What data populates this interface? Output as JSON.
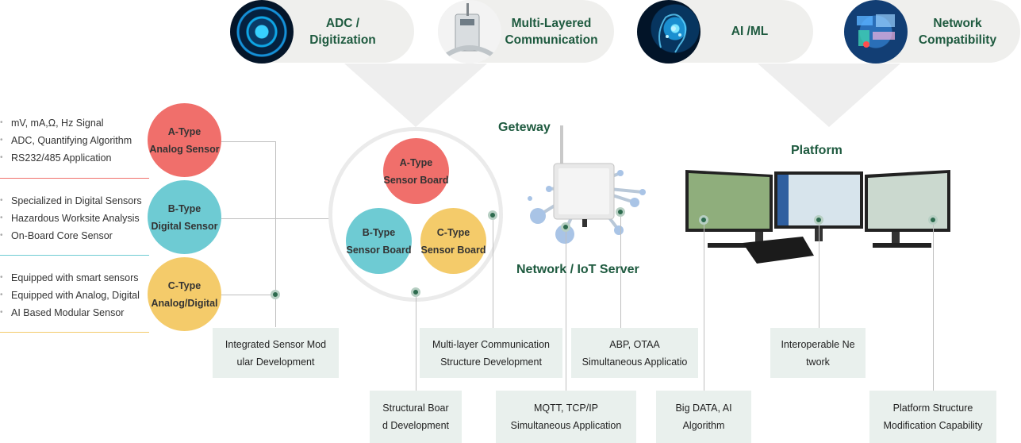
{
  "top_features": [
    {
      "label": "ADC /\nDigitization",
      "icon": "chip-circuit-icon"
    },
    {
      "label": "Multi-Layered\nCommunication",
      "icon": "antenna-device-icon"
    },
    {
      "label": "AI /ML",
      "icon": "ai-brain-icon"
    },
    {
      "label": "Network\nCompatibility",
      "icon": "network-dashboard-icon"
    }
  ],
  "sensor_types": [
    {
      "name": "A-Type\nAnalog Sensor",
      "color": "#f06f6b",
      "line_color": "#f06f6b",
      "features": [
        "mV, mA,Ω,  Hz Signal",
        "ADC, Quantifying Algorithm",
        "RS232/485 Application"
      ]
    },
    {
      "name": "B-Type\nDigital Sensor",
      "color": "#6ecbd3",
      "line_color": "#6ecbd3",
      "features": [
        " Specialized in Digital Sensors",
        "Hazardous Worksite Analysis",
        " On-Board Core Sensor"
      ]
    },
    {
      "name": "C-Type\nAnalog/Digital",
      "color": "#f4cb6a",
      "line_color": "#f4cb6a",
      "features": [
        " Equipped with smart sensors",
        "Equipped with Analog, Digital",
        " AI Based Modular Sensor"
      ]
    }
  ],
  "sensor_boards": [
    {
      "name": "A-Type\nSensor Board",
      "color": "#f06f6b"
    },
    {
      "name": "B-Type\nSensor Board",
      "color": "#6ecbd3"
    },
    {
      "name": "C-Type\nSensor Board",
      "color": "#f4cb6a"
    }
  ],
  "nodes": {
    "gateway": "Geteway",
    "network": "Network / IoT Server",
    "platform": "Platform"
  },
  "capability_boxes": {
    "integrated": "Integrated Sensor Mod\nular Development",
    "structural": "Structural Boar\nd Development",
    "multilayer": "Multi-layer Communication\nStructure Development",
    "mqtt": "MQTT, TCP/IP\nSimultaneous Application",
    "abp": "ABP, OTAA\nSimultaneous Applicatio",
    "bigdata": "Big DATA, AI\nAlgorithm",
    "interoperable": "Interoperable Ne\ntwork",
    "platform_structure": "Platform Structure\nModification Capability"
  },
  "colors": {
    "accent_green": "#1e5a3f",
    "box_bg": "#e9f0ed",
    "pill_bg": "#efefed"
  }
}
